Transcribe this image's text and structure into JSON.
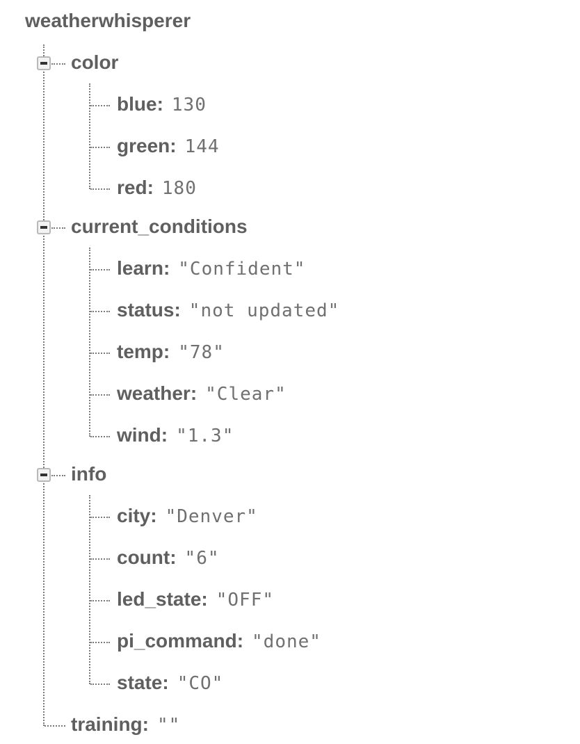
{
  "root": {
    "name": "weatherwhisperer"
  },
  "nodes": {
    "color": {
      "key": "color",
      "children": [
        {
          "key": "blue",
          "value": "130"
        },
        {
          "key": "green",
          "value": "144"
        },
        {
          "key": "red",
          "value": "180"
        }
      ]
    },
    "current_conditions": {
      "key": "current_conditions",
      "children": [
        {
          "key": "learn",
          "value": "\"Confident\""
        },
        {
          "key": "status",
          "value": "\"not updated\""
        },
        {
          "key": "temp",
          "value": "\"78\""
        },
        {
          "key": "weather",
          "value": "\"Clear\""
        },
        {
          "key": "wind",
          "value": "\"1.3\""
        }
      ]
    },
    "info": {
      "key": "info",
      "children": [
        {
          "key": "city",
          "value": "\"Denver\""
        },
        {
          "key": "count",
          "value": "\"6\""
        },
        {
          "key": "led_state",
          "value": "\"OFF\""
        },
        {
          "key": "pi_command",
          "value": "\"done\""
        },
        {
          "key": "state",
          "value": "\"CO\""
        }
      ]
    },
    "training": {
      "key": "training",
      "value": "\"\""
    }
  },
  "colors": {
    "text": "#5f5f5f",
    "value_text": "#707070",
    "tree_line": "#7a7a7a",
    "toggle_border": "#b8b8b8"
  }
}
